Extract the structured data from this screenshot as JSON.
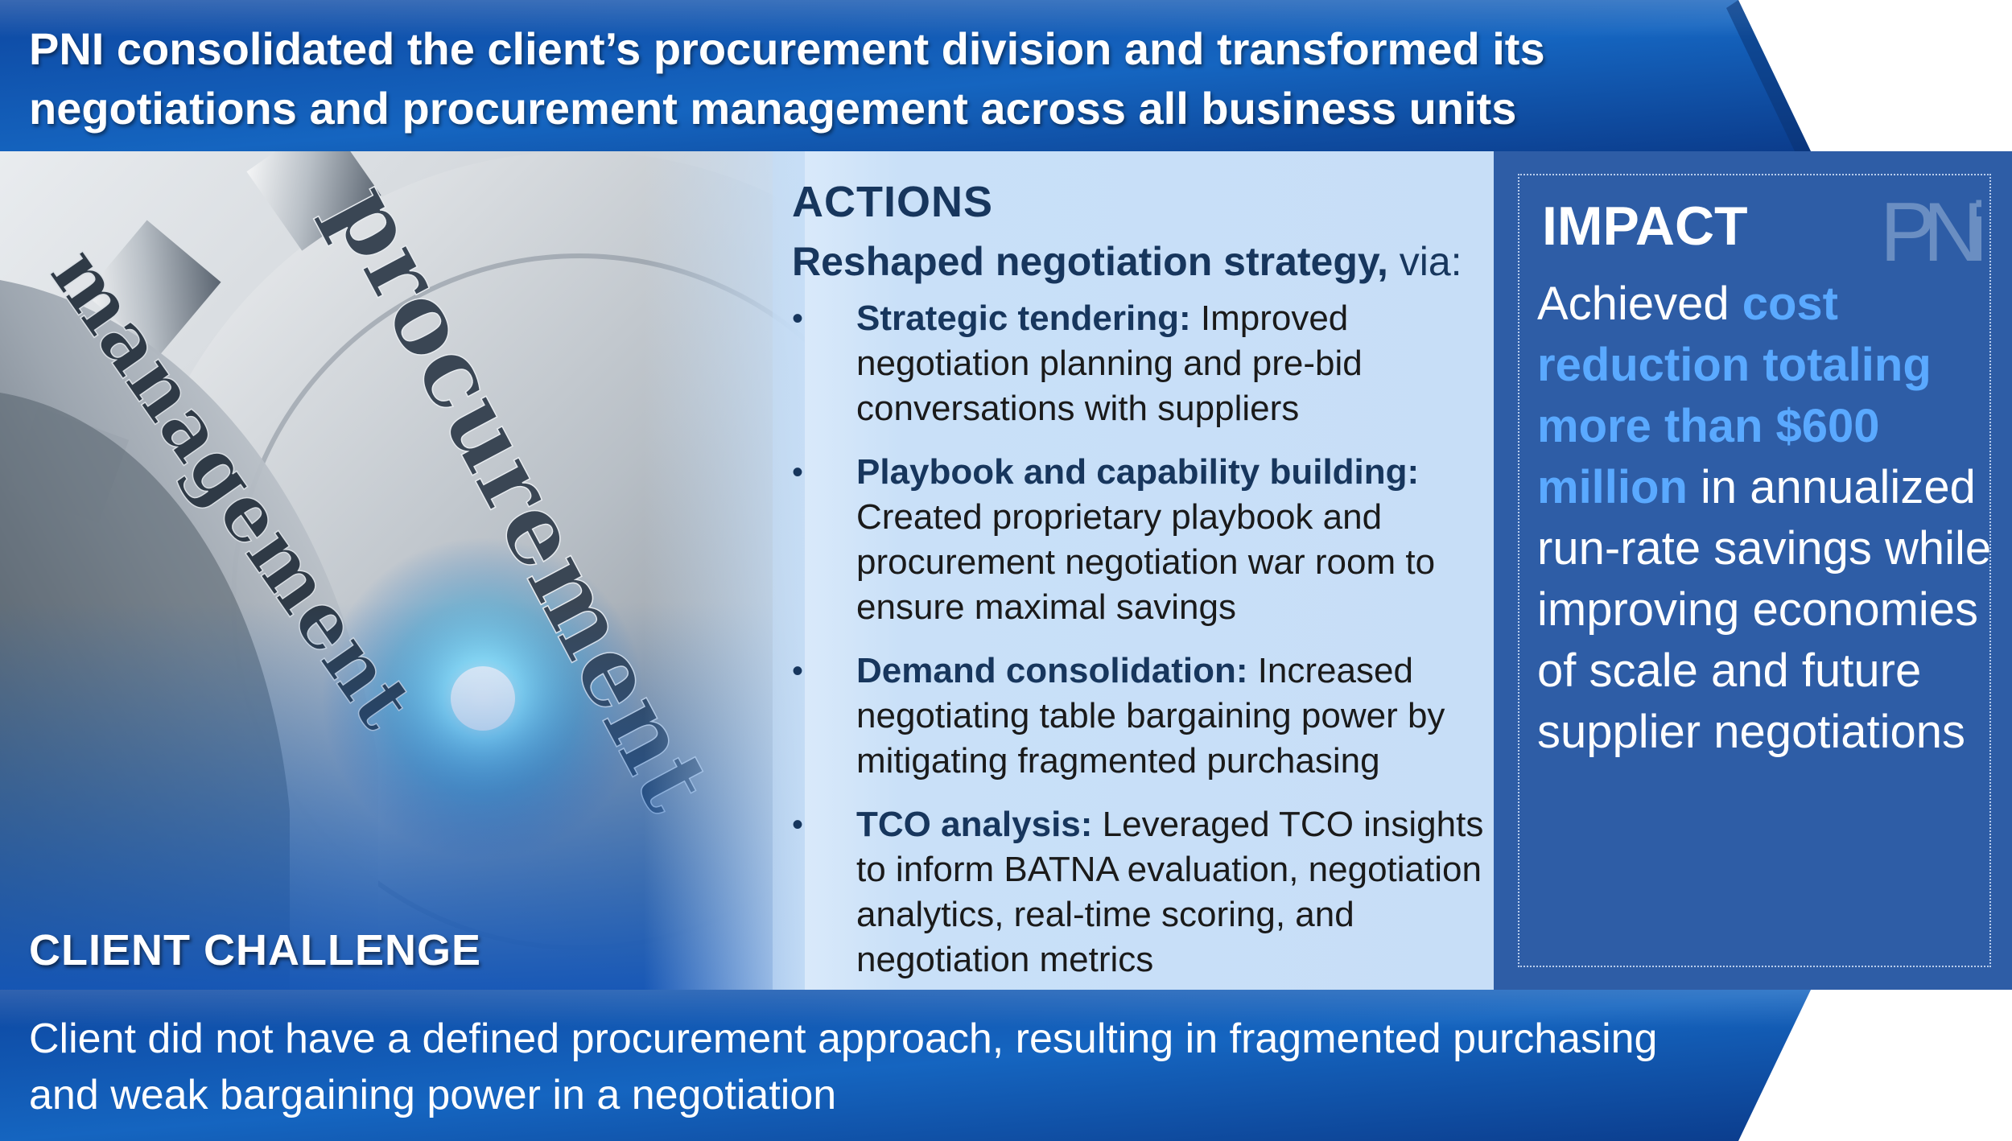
{
  "headline": "PNI consolidated the client’s procurement division and transformed its negotiations and procurement management across all business units",
  "image": {
    "word_top": "procurement",
    "word_bottom": "management"
  },
  "challenge": {
    "heading": "CLIENT CHALLENGE",
    "text": "Client did not have a defined procurement approach, resulting in fragmented purchasing and weak bargaining power in a negotiation"
  },
  "actions": {
    "title": "ACTIONS",
    "subtitle_bold": "Reshaped negotiation strategy,",
    "subtitle_rest": " via:",
    "bullet_marker": "•",
    "items": [
      {
        "lead": "Strategic tendering:",
        "text": " Improved negotiation planning and pre-bid conversations with suppliers"
      },
      {
        "lead": "Playbook and capability building:",
        "text": " Created proprietary playbook and procurement negotiation war room to ensure maximal savings"
      },
      {
        "lead": "Demand consolidation:",
        "text": " Increased negotiating table bargaining power by mitigating fragmented purchasing"
      },
      {
        "lead": "TCO analysis:",
        "text": " Leveraged TCO insights to inform BATNA evaluation, negotiation analytics, real-time scoring, and negotiation metrics"
      }
    ]
  },
  "impact": {
    "title": "IMPACT",
    "logo_text": "PNi",
    "text_before": "Achieved ",
    "text_highlight": "cost reduction totaling more than $600 million",
    "text_after": " in annualized run-rate savings while improving economies of scale and future supplier negotiations"
  },
  "colors": {
    "banner_blue": "#1565c0",
    "banner_dark": "#0a3d91",
    "actions_bg": "#c9e0f8",
    "actions_heading": "#17365d",
    "impact_bg": "#2e5da6",
    "highlight": "#5aa9ff"
  }
}
